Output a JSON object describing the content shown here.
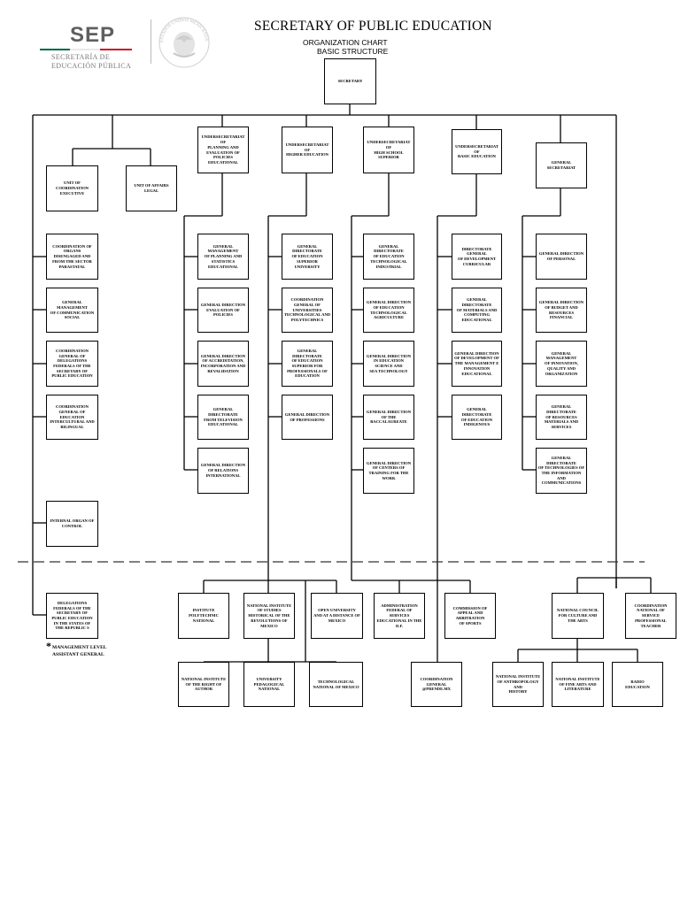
{
  "header": {
    "title": "SECRETARY OF PUBLIC EDUCATION",
    "subtitle_1": "ORGANIZATION CHART",
    "subtitle_2": "BASIC STRUCTURE"
  },
  "logo": {
    "acronym": "SEP",
    "line_1": "SECRETARÍA DE",
    "line_2": "EDUCACIÓN PÚBLICA",
    "seal_text": "ESTADOS UNIDOS MEXICANOS",
    "bar_colors": [
      "#006847",
      "#ffffff",
      "#ce1126"
    ]
  },
  "colors": {
    "line": "#000000",
    "dashed": "#333333"
  },
  "boxes": {
    "secretary": "SECRETARY",
    "uce": "UNIT OF\nCOORDINATION\nEXECUTIVE",
    "ual": "UNIT OF AFFAIRS\nLEGAL",
    "us1": "UNDERSECRETARIAT OF\nPLANNING AND\nEVALUATION OF\nPOLICIES\nEDUCATIONAL",
    "us2": "UNDERSECRETARIAT OF\nHIGHER EDUCATION",
    "us3": "UNDERSECRETARIAT OF\nHIGH SCHOOL\nSUPERIOR",
    "us4": "UNDERSECRETARIAT OF\nBASIC EDUCATION",
    "gs": "GENERAL SECRETARIAT",
    "a1": "COORDINATION OF\nORGANS\nDISENGAGED AND\nFROM THE SECTOR\nParastatal",
    "a2": "GENERAL MANAGEMENT\nOF COMMUNICATION\nSOCIAL",
    "a3": "COORDINATION\nGENERAL OF\nDELEGATIONS\nFEDERALS OF THE\nSECRETARY OF\nPUBLIC EDUCATION",
    "a4": "COORDINATION\nGENERAL OF\nEDUCATION\nINTERCULTURAL AND\nBILINGUAL",
    "a5": "INTERNAL ORGAN OF\nCONTROL",
    "b1": "GENERAL MANAGEMENT\nOF PLANNING AND\nSTATISTICS\nEDUCATIONAL",
    "b2": "GENERAL DIRECTION\nEVALUATION OF\nPOLICIES",
    "b3": "GENERAL DIRECTION\nOF ACCREDITATION,\nINCORPORATION AND\nREVALIDATION",
    "b4": "GENERAL DIRECTORATE\nFROM TELEVISION\nEDUCATIONAL",
    "b5": "GENERAL DIRECTION\nOF RELATIONS\nINTERNATIONAL",
    "c1": "GENERAL DIRECTORATE\nOF EDUCATION\nSUPERIOR\nUNIVERSITY",
    "c2": "COORDINATION\nGENERAL OF\nUNIVERSITIES\nTECHNOLOGICAL AND\nPOLYTECHNICS",
    "c3": "GENERAL DIRECTORATE\nOF EDUCATION\nSUPERIOR FOR\nPROFESSIONALS OF\nEDUCATION",
    "c4": "GENERAL DIRECTION\nOF PROFESSIONS",
    "d1": "GENERAL DIRECTORATE\nOF EDUCATION\nTECHNOLOGICAL\nINDUSTRIAL",
    "d2": "GENERAL DIRECTION\nOF EDUCATION\nTECHNOLOGICAL\nAGRICULTURE",
    "d3": "GENERAL DIRECTION\nIN EDUCATION\nSCIENCE AND\nSEA TECHNOLOGY",
    "d4": "GENERAL DIRECTION\nOF THE BACCALAUREATE",
    "d5": "GENERAL DIRECTION\nOF CENTERS OF\nTRAINING FOR THE\nWORK",
    "e1": "DIRECTORATE GENERAL\nOF DEVELOPMENT\nCURRICULAR",
    "e2": "GENERAL DIRECTORATE\nOF MATERIALS AND\nCOMPUTING\nEDUCATIONAL",
    "e3": "GENERAL DIRECTION\nOF DEVELOPMENT OF\nTHE MANAGEMENT E\nINNOVATION\nEducational",
    "e4": "GENERAL DIRECTORATE\nOF EDUCATION\nINDIGENOUS",
    "f1": "GENERAL DIRECTION\nOF PERSONAL",
    "f2": "GENERAL DIRECTION\nOF BUDGET AND\nRESOURCES\nFINANCIAL",
    "f3": "GENERAL MANAGEMENT\nOF INNOVATION,\nQUALITY AND\nORGANIZATION",
    "f4": "GENERAL DIRECTORATE\nOF RESOURCES\nMATERIALS AND\nSERVICES",
    "f5": "GENERAL DIRECTORATE\nOF TECHNOLOGIES OF\nTHE INFORMATION AND\nCOMMUNICATIONS",
    "del": "DELEGATIONS\nFEDERALS OF THE\nSECRETARY OF\nPUBLIC EDUCATION\nIN THE STATES OF\nTHE REPUBLIC S",
    "p1": "INSTITUTE\nPOLYTECHNIC\nNATIONAL",
    "p2": "NATIONAL INSTITUTE\nOF STUDIES\nHistorical of the\nREVOLUTIONS OF\nMEXICO",
    "p3": "OPEN UNIVERSITY\nAND AT A DISTANCE OF\nMEXICO",
    "p4": "ADMINISTRATION\nFEDERAL OF\nSERVICES\nEDUCATIONAL IN THE\nD.F.",
    "p5": "COMMISSION OF\nAPPEAL AND\nARBITRATION\nOF SPORTS",
    "p6": "NATIONAL COUNCIL\nFOR CULTURE AND\nTHE ARTS",
    "p7": "COORDINATION\nNATIONAL OF\nSERVICE\nPROFESSIONAL\nTEACHER",
    "q1": "NATIONAL INSTITUTE\nOF THE RIGHT OF\nAUTHOR",
    "q2": "UNIVERSITY\nPEDAGOGICAL\nNATIONAL",
    "q3": "TECHNOLOGICAL\nNATIONAL OF MEXICO",
    "q4": "COORDINATION\nGENERAL\n@PRENDE.MX",
    "r1": "NATIONAL INSTITUTE\nOF ANTHROPOLOGY AND\nHISTORY",
    "r2": "NATIONAL INSTITUTE\nOF FINE ARTS AND\nLITERATURE",
    "r3": "RADIO\nEDUCATION"
  },
  "footnote": {
    "star": "*",
    "line_1": "MANAGEMENT LEVEL",
    "line_2": "ASSISTANT GENERAL"
  }
}
